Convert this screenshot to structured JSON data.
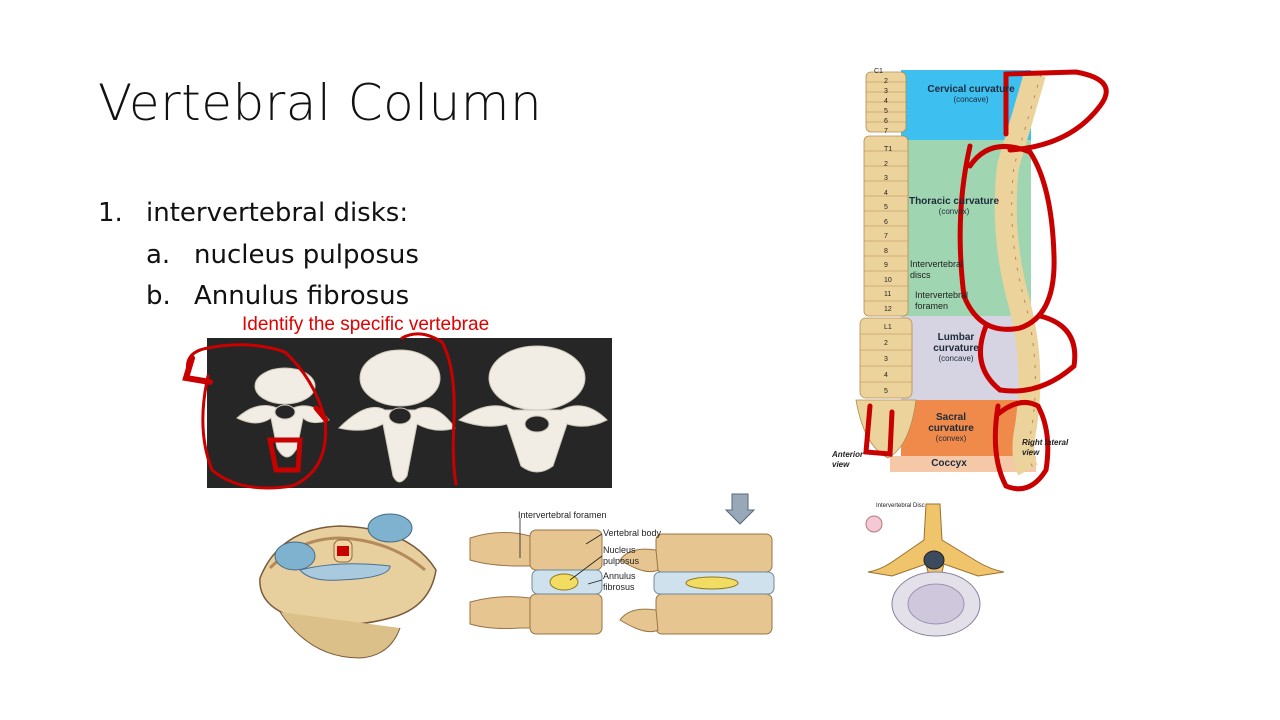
{
  "slide": {
    "title": "Vertebral Column",
    "list": [
      {
        "marker": "1.",
        "text": "intervertebral disks:"
      },
      {
        "marker": "a.",
        "text": "nucleus pulposus"
      },
      {
        "marker": "b.",
        "text": "Annulus fibrosus"
      }
    ],
    "prompt": "Identify the specific vertebrae"
  },
  "disc_diagram": {
    "labels": {
      "foramen": "Intervertebral foramen",
      "body": "Vertebral body",
      "nucleus": "Nucleus pulposus",
      "annulus": "Annulus fibrosus"
    }
  },
  "spine_chart": {
    "top_label": "C1",
    "regions": [
      {
        "name": "Cervical curvature",
        "type": "(concave)",
        "color": "#3dbff0"
      },
      {
        "name": "Thoracic curvature",
        "type": "(convex)",
        "color": "#9fd5b0"
      },
      {
        "name": "Lumbar curvature",
        "type": "(concave)",
        "color": "#d6d3e2"
      },
      {
        "name": "Sacral curvature",
        "type": "(convex)",
        "color": "#ef8a4a"
      },
      {
        "name": "Coccyx",
        "type": "",
        "color": "#f5c9a8"
      }
    ],
    "disc_label": "Intervertebral discs",
    "foramen_label": "Intervertebral foramen",
    "anterior_view": "Anterior view",
    "lateral_view": "Right lateral view",
    "cervical_numbers": [
      "2",
      "3",
      "4",
      "5",
      "6",
      "7"
    ],
    "thoracic_numbers": [
      "T1",
      "2",
      "3",
      "4",
      "5",
      "6",
      "7",
      "8",
      "9",
      "10",
      "11",
      "12"
    ],
    "lumbar_numbers": [
      "L1",
      "2",
      "3",
      "4",
      "5"
    ]
  },
  "cross_section": {
    "label": "Intervertebral Disc"
  },
  "colors": {
    "annotation_red": "#c80000",
    "bone": "#e9cf9a",
    "prompt_red": "#e00000"
  }
}
